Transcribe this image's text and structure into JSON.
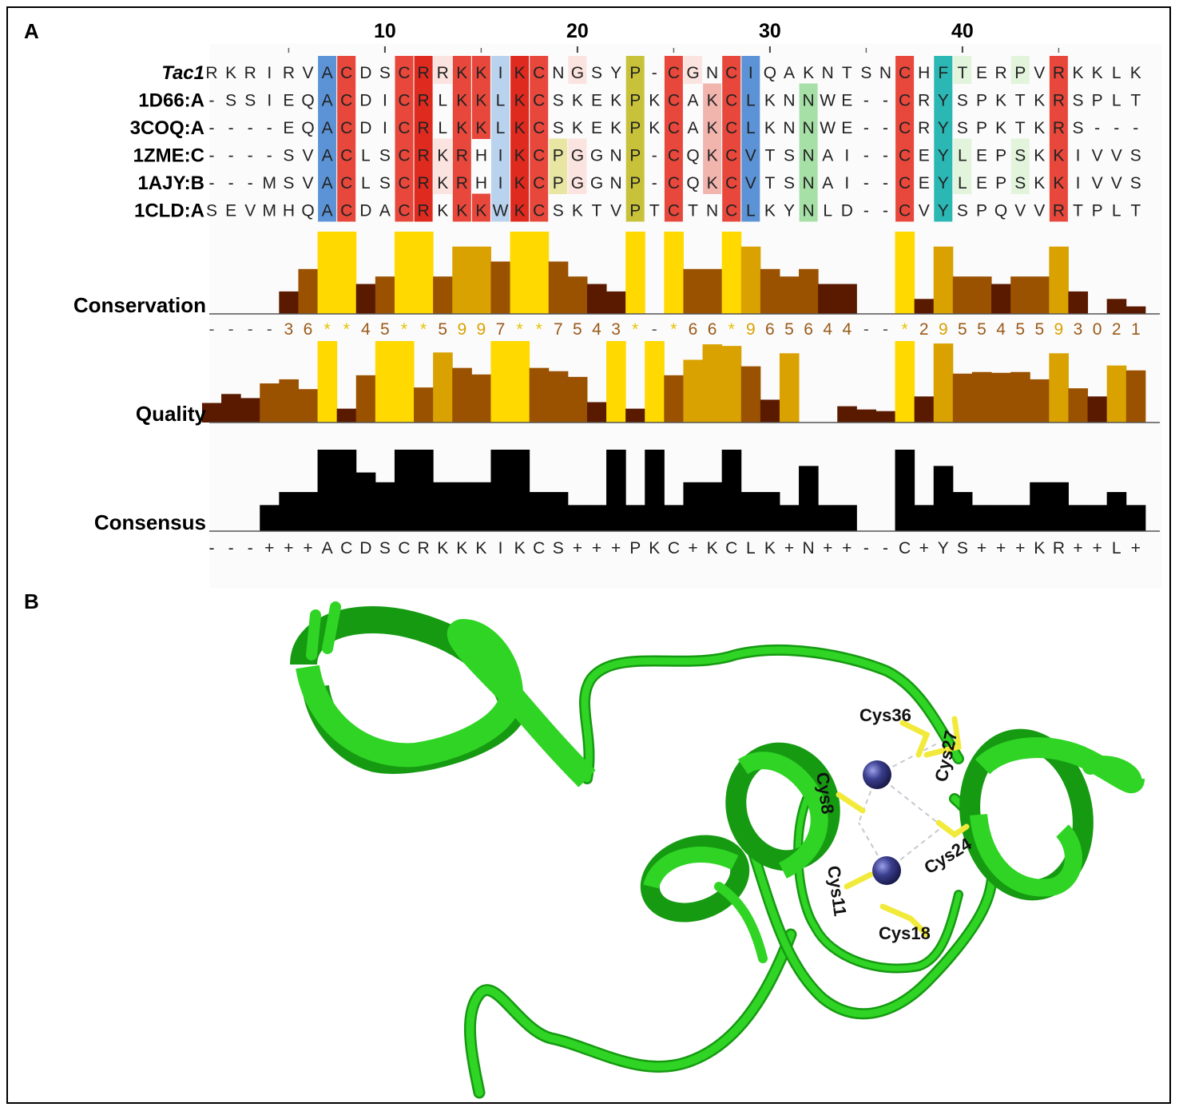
{
  "panels": {
    "a_label": "A",
    "b_label": "B"
  },
  "alignment": {
    "position_ticks": [
      {
        "pos": 10,
        "label": "10"
      },
      {
        "pos": 20,
        "label": "20"
      },
      {
        "pos": 30,
        "label": "30"
      },
      {
        "pos": 40,
        "label": "40"
      }
    ],
    "minor_tick_positions": [
      5,
      15,
      25,
      35,
      45
    ],
    "sequences": [
      {
        "name": "Tac1",
        "italic": true,
        "seq": "RKRIRVACDSCRRKKIKCNGSYP-CGNCIQAKNTSNCHFTERPVRKKLK"
      },
      {
        "name": "1D66:A",
        "italic": false,
        "seq": "-SSIEQACDICRLKKLKCSKEKPKCAKCLKNNWE--CRYSPKTKRSPLT"
      },
      {
        "name": "3COQ:A",
        "italic": false,
        "seq": "----EQACDICRLKKLKCSKEKPKCAKCLKNNWE--CRYSPKTKRS---"
      },
      {
        "name": "1ZME:C",
        "italic": false,
        "seq": "----SVACLSCRKRHIKCPGGNP-CQKCVTSNAI--CEYLEPSKKIVVS"
      },
      {
        "name": "1AJY:B",
        "italic": false,
        "seq": "---MSVACLSCRKRHIKCPGGNP-CQKCVTSNAI--CEYLEPSKKIVVS"
      },
      {
        "name": "1CLD:A",
        "italic": false,
        "seq": "SEVMHQACDACRKKKWKCSKTVPTCTNCLKYNLD--CVYSPQVVRTPLT"
      }
    ],
    "column_colors": {
      "colors": {
        "red": "#e8473b",
        "darkred": "#df2a1f",
        "pink": "#f2b5ae",
        "palepink": "#fbe3df",
        "blue": "#5b93d6",
        "paleblue": "#b9d3ef",
        "olive": "#c8c23a",
        "paleolive": "#e9e6a4",
        "teal": "#2bb7b3",
        "green": "#a6e0a6",
        "palegreen": "#e2f4dc"
      },
      "blocks": [
        {
          "col": 7,
          "rows": [
            0,
            1,
            2,
            3,
            4,
            5
          ],
          "color": "blue"
        },
        {
          "col": 8,
          "rows": [
            0,
            1,
            2,
            3,
            4,
            5
          ],
          "color": "red"
        },
        {
          "col": 11,
          "rows": [
            0,
            1,
            2,
            3,
            4,
            5
          ],
          "color": "red"
        },
        {
          "col": 12,
          "rows": [
            0,
            1,
            2,
            3,
            4,
            5
          ],
          "color": "darkred"
        },
        {
          "col": 13,
          "rows": [
            0
          ],
          "color": "palepink"
        },
        {
          "col": 13,
          "rows": [
            3,
            4
          ],
          "color": "palepink"
        },
        {
          "col": 14,
          "rows": [
            0,
            1,
            2,
            3,
            4,
            5
          ],
          "color": "red"
        },
        {
          "col": 15,
          "rows": [
            0,
            1,
            2,
            5
          ],
          "color": "red"
        },
        {
          "col": 16,
          "rows": [
            0,
            1,
            2,
            3,
            4,
            5
          ],
          "color": "paleblue"
        },
        {
          "col": 17,
          "rows": [
            0,
            1,
            2,
            3,
            4,
            5
          ],
          "color": "darkred"
        },
        {
          "col": 18,
          "rows": [
            0,
            1,
            2,
            3,
            4,
            5
          ],
          "color": "red"
        },
        {
          "col": 19,
          "rows": [
            3,
            4
          ],
          "color": "paleolive"
        },
        {
          "col": 20,
          "rows": [
            0
          ],
          "color": "palepink"
        },
        {
          "col": 20,
          "rows": [
            3,
            4
          ],
          "color": "palepink"
        },
        {
          "col": 23,
          "rows": [
            0,
            1,
            2,
            3,
            4,
            5
          ],
          "color": "olive"
        },
        {
          "col": 25,
          "rows": [
            0,
            1,
            2,
            3,
            4,
            5
          ],
          "color": "red"
        },
        {
          "col": 26,
          "rows": [
            0
          ],
          "color": "palepink"
        },
        {
          "col": 27,
          "rows": [
            1,
            2,
            3,
            4
          ],
          "color": "pink"
        },
        {
          "col": 28,
          "rows": [
            0,
            1,
            2,
            3,
            4,
            5
          ],
          "color": "red"
        },
        {
          "col": 29,
          "rows": [
            0,
            1,
            2,
            3,
            4,
            5
          ],
          "color": "blue"
        },
        {
          "col": 32,
          "rows": [
            1,
            2,
            3,
            4,
            5
          ],
          "color": "green"
        },
        {
          "col": 37,
          "rows": [
            0,
            1,
            2,
            3,
            4,
            5
          ],
          "color": "red"
        },
        {
          "col": 39,
          "rows": [
            0,
            1,
            2,
            3,
            4,
            5
          ],
          "color": "teal"
        },
        {
          "col": 40,
          "rows": [
            0,
            3,
            4
          ],
          "color": "palegreen"
        },
        {
          "col": 43,
          "rows": [
            0,
            3,
            4
          ],
          "color": "palegreen"
        },
        {
          "col": 45,
          "rows": [
            0,
            1,
            2,
            3,
            4,
            5
          ],
          "color": "red"
        }
      ]
    }
  },
  "conservation": {
    "label": "Conservation",
    "values": [
      0,
      0,
      0,
      0,
      3,
      6,
      11,
      11,
      4,
      5,
      11,
      11,
      5,
      9,
      9,
      7,
      11,
      11,
      7,
      5,
      4,
      3,
      11,
      0,
      11,
      6,
      6,
      11,
      9,
      6,
      5,
      6,
      4,
      4,
      0,
      0,
      11,
      2,
      9,
      5,
      5,
      4,
      5,
      5,
      9,
      3,
      0,
      2,
      1
    ],
    "score_labels": [
      "-",
      "-",
      "-",
      "-",
      "3",
      "6",
      "*",
      "*",
      "4",
      "5",
      "*",
      "*",
      "5",
      "9",
      "9",
      "7",
      "*",
      "*",
      "7",
      "5",
      "4",
      "3",
      "*",
      "-",
      "*",
      "6",
      "6",
      "*",
      "9",
      "6",
      "5",
      "6",
      "4",
      "4",
      "-",
      "-",
      "*",
      "2",
      "9",
      "5",
      "5",
      "4",
      "5",
      "5",
      "9",
      "3",
      "0",
      "2",
      "1"
    ]
  },
  "quality": {
    "label": "Quality",
    "values": [
      0.24,
      0.35,
      0.3,
      0.48,
      0.53,
      0.41,
      1.0,
      0.17,
      0.58,
      1.0,
      1.0,
      0.43,
      0.86,
      0.67,
      0.59,
      1.0,
      1.0,
      0.67,
      0.63,
      0.56,
      0.25,
      1.0,
      0.17,
      1.0,
      0.58,
      0.77,
      0.96,
      0.94,
      0.69,
      0.28,
      0.85,
      0.0,
      0.0,
      0.2,
      0.16,
      0.14,
      1.0,
      0.32,
      0.97,
      0.6,
      0.62,
      0.61,
      0.62,
      0.53,
      0.85,
      0.42,
      0.32,
      0.7,
      0.64
    ]
  },
  "consensus": {
    "label": "Consensus",
    "values": [
      0,
      0,
      0,
      0.32,
      0.48,
      0.48,
      1.0,
      1.0,
      0.72,
      0.6,
      1.0,
      1.0,
      0.6,
      0.6,
      0.6,
      1.0,
      1.0,
      0.48,
      0.48,
      0.32,
      0.32,
      1.0,
      0.32,
      1.0,
      0.32,
      0.6,
      0.6,
      1.0,
      0.48,
      0.48,
      0.32,
      0.8,
      0.32,
      0.32,
      0,
      0,
      1.0,
      0.32,
      0.8,
      0.48,
      0.32,
      0.32,
      0.32,
      0.6,
      0.6,
      0.32,
      0.32,
      0.48,
      0.32
    ],
    "residues": "---+++ACDSCRKKKIKCS+++PKC+KCLK+N++--C+YS+++KR++L+"
  },
  "colors": {
    "bar_high": "#ffd900",
    "bar_mid": "#d9a200",
    "bar_low": "#9a5200",
    "bar_min": "#5a1a00",
    "consensus": "#000000",
    "ribbon": "#28c81e",
    "ribbon_dark": "#169a12",
    "zinc": "#3b3f8f",
    "sulfur": "#f2ea3a"
  },
  "structure": {
    "labels": [
      {
        "id": "cys36",
        "text": "Cys36"
      },
      {
        "id": "cys27",
        "text": "Cys27"
      },
      {
        "id": "cys8",
        "text": "Cys8"
      },
      {
        "id": "cys24",
        "text": "Cys24"
      },
      {
        "id": "cys11",
        "text": "Cys11"
      },
      {
        "id": "cys18",
        "text": "Cys18"
      }
    ]
  }
}
